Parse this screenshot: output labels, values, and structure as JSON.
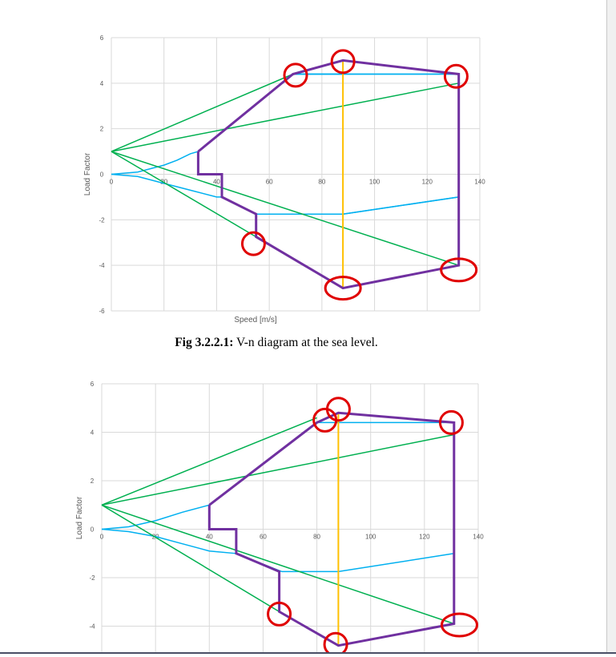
{
  "caption": {
    "label": "Fig 3.2.2.1:",
    "text": " V-n diagram at the sea level."
  },
  "colors": {
    "envelope": "#7030a0",
    "gust": "#00b050",
    "stall": "#00b0f0",
    "cruise": "#ffc000",
    "highlight": "#e00000",
    "grid": "#d9d9d9"
  },
  "chart_data": [
    {
      "type": "line",
      "title": "",
      "xlabel": "Speed [m/s]",
      "ylabel": "Load Factor",
      "xlim": [
        0,
        140
      ],
      "ylim": [
        -6,
        6
      ],
      "x_ticks": [
        0,
        20,
        40,
        60,
        80,
        100,
        120,
        140
      ],
      "y_ticks": [
        -6,
        -4,
        -2,
        0,
        2,
        4,
        6
      ],
      "grid": true,
      "series": [
        {
          "color": "#00b0f0",
          "x": [
            0,
            10,
            20,
            25,
            30,
            33,
            69,
            132
          ],
          "y": [
            0,
            0.1,
            0.4,
            0.62,
            0.9,
            1.0,
            4.4,
            4.4
          ]
        },
        {
          "color": "#00b0f0",
          "x": [
            0,
            10,
            20,
            30,
            40,
            42,
            55,
            88,
            132
          ],
          "y": [
            0,
            -0.1,
            -0.4,
            -0.7,
            -1.0,
            -1.0,
            -1.75,
            -1.75,
            -1.0
          ]
        },
        {
          "color": "#00b0f0",
          "x": [
            69,
            88
          ],
          "y": [
            4.4,
            4.4
          ]
        },
        {
          "color": "#00b0f0",
          "x": [
            69,
            132
          ],
          "y": [
            4.4,
            4.4
          ]
        },
        {
          "color": "#00b0f0",
          "x": [
            88,
            132
          ],
          "y": [
            -1.75,
            -1.0
          ]
        },
        {
          "color": "#00b0f0",
          "x": [
            88,
            88
          ],
          "y": [
            -1.75,
            -1.75
          ]
        },
        {
          "color": "#00b0f0",
          "x": [
            0,
            0
          ],
          "y": [
            1,
            1
          ]
        },
        {
          "color": "#00b050",
          "x": [
            0,
            69
          ],
          "y": [
            1,
            4.4
          ]
        },
        {
          "color": "#00b050",
          "x": [
            0,
            132
          ],
          "y": [
            1,
            4.0
          ]
        },
        {
          "color": "#00b050",
          "x": [
            0,
            55
          ],
          "y": [
            1,
            -2.75
          ]
        },
        {
          "color": "#00b050",
          "x": [
            0,
            132
          ],
          "y": [
            1,
            -4.0
          ]
        },
        {
          "color": "#ffc000",
          "x": [
            88,
            88
          ],
          "y": [
            -5,
            5
          ]
        },
        {
          "color": "#7030a0",
          "x": [
            33,
            33,
            42,
            42,
            55,
            55,
            88,
            132,
            132,
            88,
            69,
            33
          ],
          "y": [
            1.0,
            0,
            0,
            -1.0,
            -1.75,
            -2.75,
            -5.0,
            -4.0,
            4.4,
            5.0,
            4.4,
            1.0
          ]
        }
      ],
      "highlights": [
        {
          "x": 70,
          "y": 4.35
        },
        {
          "x": 88,
          "y": 4.95
        },
        {
          "x": 131,
          "y": 4.3
        },
        {
          "x": 54,
          "y": -3.05
        },
        {
          "x": 88,
          "y": -5.0
        },
        {
          "x": 132,
          "y": -4.2
        }
      ]
    },
    {
      "type": "line",
      "title": "",
      "xlabel": "",
      "ylabel": "Load Factor",
      "xlim": [
        0,
        140
      ],
      "ylim": [
        -6,
        6
      ],
      "x_ticks": [
        0,
        20,
        40,
        60,
        80,
        100,
        120,
        140
      ],
      "y_ticks": [
        -4,
        -2,
        0,
        2,
        4,
        6
      ],
      "grid": true,
      "series": [
        {
          "color": "#00b0f0",
          "x": [
            0,
            10,
            20,
            30,
            40,
            80,
            131
          ],
          "y": [
            0,
            0.1,
            0.35,
            0.7,
            1.0,
            4.4,
            4.4
          ]
        },
        {
          "color": "#00b0f0",
          "x": [
            0,
            10,
            20,
            30,
            40,
            50,
            67,
            88,
            131
          ],
          "y": [
            0,
            -0.1,
            -0.3,
            -0.6,
            -0.9,
            -1.0,
            -1.75,
            -1.75,
            -1.0
          ]
        },
        {
          "color": "#00b050",
          "x": [
            0,
            80
          ],
          "y": [
            1,
            4.6
          ]
        },
        {
          "color": "#00b050",
          "x": [
            0,
            131
          ],
          "y": [
            1,
            3.9
          ]
        },
        {
          "color": "#00b050",
          "x": [
            0,
            66
          ],
          "y": [
            1,
            -3.4
          ]
        },
        {
          "color": "#00b050",
          "x": [
            0,
            131
          ],
          "y": [
            1,
            -3.9
          ]
        },
        {
          "color": "#ffc000",
          "x": [
            88,
            88
          ],
          "y": [
            -4.8,
            4.8
          ]
        },
        {
          "color": "#7030a0",
          "x": [
            40,
            40,
            50,
            50,
            66,
            66,
            88,
            131,
            131,
            88,
            80,
            40
          ],
          "y": [
            1.0,
            0,
            0,
            -1.0,
            -1.75,
            -3.4,
            -4.8,
            -3.9,
            4.4,
            4.8,
            4.4,
            1.0
          ]
        }
      ],
      "highlights": [
        {
          "x": 83,
          "y": 4.5
        },
        {
          "x": 88,
          "y": 4.95
        },
        {
          "x": 130,
          "y": 4.4
        },
        {
          "x": 66,
          "y": -3.5
        },
        {
          "x": 87,
          "y": -4.75
        },
        {
          "x": 133,
          "y": -3.95
        }
      ]
    }
  ]
}
